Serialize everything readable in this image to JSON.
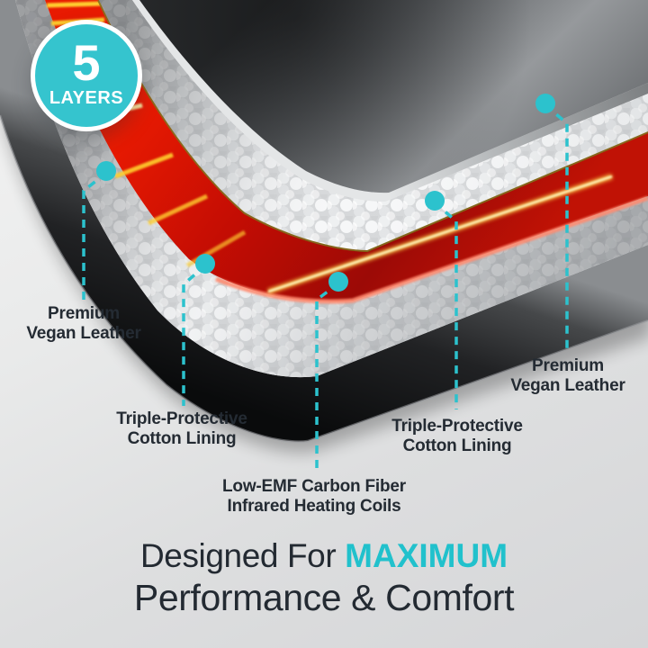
{
  "badge": {
    "number": "5",
    "label": "LAYERS"
  },
  "callouts": [
    {
      "id": "premium-vegan-leather-left",
      "line1": "Premium",
      "line2": "Vegan Leather"
    },
    {
      "id": "triple-protective-cotton-left",
      "line1": "Triple-Protective",
      "line2": "Cotton Lining"
    },
    {
      "id": "low-emf-carbon-fiber-heating-coils",
      "line1": "Low-EMF Carbon Fiber",
      "line2": "Infrared Heating Coils"
    },
    {
      "id": "triple-protective-cotton-right",
      "line1": "Triple-Protective",
      "line2": "Cotton Lining"
    },
    {
      "id": "premium-vegan-leather-right",
      "line1": "Premium",
      "line2": "Vegan Leather"
    }
  ],
  "footer": {
    "prefix": "Designed For ",
    "highlight": "MAXIMUM",
    "line2": "Performance & Comfort"
  },
  "colors": {
    "accent_teal": "#2CC2CD",
    "badge_teal": "#35C4CE",
    "text_dark": "#242B33",
    "heating_red": "#CC1104",
    "glow_yellow": "#FFD23E"
  }
}
